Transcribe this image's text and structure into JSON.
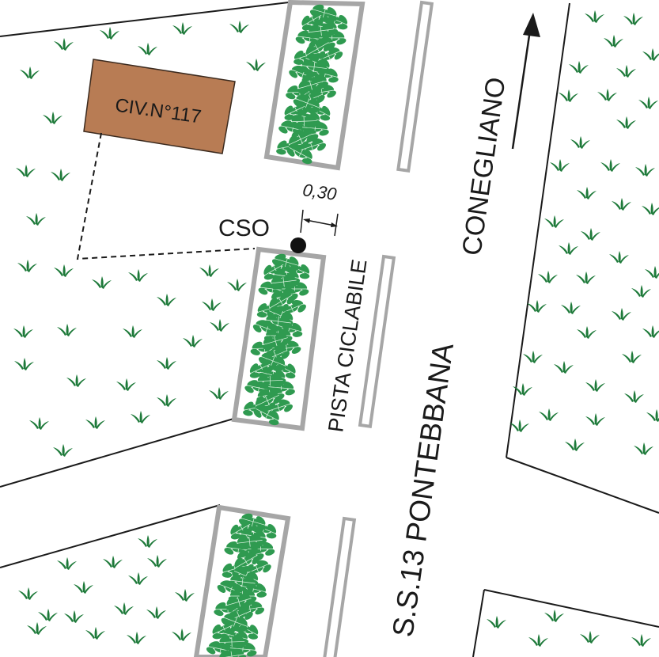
{
  "labels": {
    "civic_number": "CIV.N°117",
    "cso": "CSO",
    "dimension": "0,30",
    "cycle_path": "PISTA CICLABILE",
    "main_road": "S.S.13 PONTEBBANA",
    "direction": "CONEGLIANO"
  },
  "colors": {
    "civic_box": "#b87c54",
    "grass": "#1e7a3a",
    "hedge": "#2f9a50",
    "planter_border": "#a6a6a6"
  },
  "icons": {
    "grass": "grass-tuft-icon",
    "hedge": "hedge-leaf-icon",
    "arrow": "north-arrow-icon",
    "point": "cso-point-icon"
  }
}
